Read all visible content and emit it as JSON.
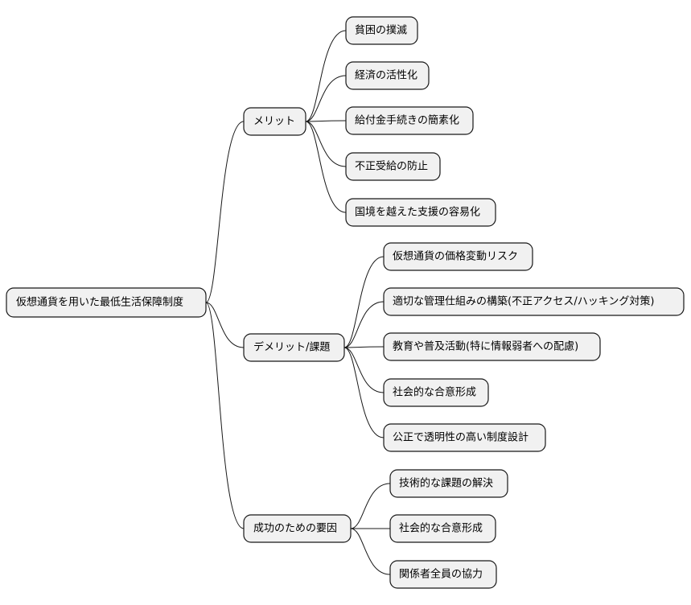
{
  "root": {
    "label": "仮想通貨を用いた最低生活保障制度"
  },
  "branches": [
    {
      "label": "メリット",
      "children": [
        "貧困の撲滅",
        "経済の活性化",
        "給付金手続きの簡素化",
        "不正受給の防止",
        "国境を越えた支援の容易化"
      ]
    },
    {
      "label": "デメリット/課題",
      "children": [
        "仮想通貨の価格変動リスク",
        "適切な管理仕組みの構築(不正アクセス/ハッキング対策)",
        "教育や普及活動(特に情報弱者への配慮)",
        "社会的な合意形成",
        "公正で透明性の高い制度設計"
      ]
    },
    {
      "label": "成功のための要因",
      "children": [
        "技術的な課題の解決",
        "社会的な合意形成",
        "関係者全員の協力"
      ]
    }
  ]
}
